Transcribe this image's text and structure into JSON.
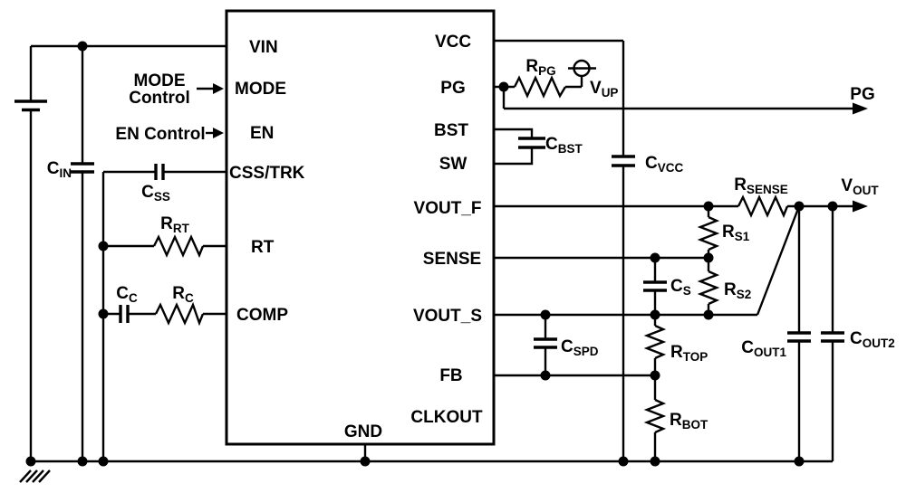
{
  "colors": {
    "ink": "#000000",
    "background": "#ffffff"
  },
  "ic": {
    "pins_left": {
      "vin": "VIN",
      "mode": "MODE",
      "en": "EN",
      "css_trk": "CSS/TRK",
      "rt": "RT",
      "comp": "COMP"
    },
    "pins_right": {
      "vcc": "VCC",
      "pg": "PG",
      "bst": "BST",
      "sw": "SW",
      "vout_f": "VOUT_F",
      "sense": "SENSE",
      "vout_s": "VOUT_S",
      "fb": "FB",
      "clkout": "CLKOUT"
    },
    "pins_bottom": {
      "gnd": "GND"
    }
  },
  "annotations": {
    "mode_control": [
      "MODE",
      "Control"
    ],
    "en_control": "EN Control",
    "pg_output": "PG"
  },
  "components": {
    "cin": {
      "main": "C",
      "sub": "IN"
    },
    "css": {
      "main": "C",
      "sub": "SS"
    },
    "rrt": {
      "main": "R",
      "sub": "RT"
    },
    "cc": {
      "main": "C",
      "sub": "C"
    },
    "rc": {
      "main": "R",
      "sub": "C"
    },
    "rpg": {
      "main": "R",
      "sub": "PG"
    },
    "vup": {
      "main": "V",
      "sub": "UP"
    },
    "cbst": {
      "main": "C",
      "sub": "BST"
    },
    "cvcc": {
      "main": "C",
      "sub": "VCC"
    },
    "rsense": {
      "main": "R",
      "sub": "SENSE"
    },
    "vout": {
      "main": "V",
      "sub": "OUT"
    },
    "rs1": {
      "main": "R",
      "sub": "S1"
    },
    "rs2": {
      "main": "R",
      "sub": "S2"
    },
    "cs": {
      "main": "C",
      "sub": "S"
    },
    "cspd": {
      "main": "C",
      "sub": "SPD"
    },
    "rtop": {
      "main": "R",
      "sub": "TOP"
    },
    "rbot": {
      "main": "R",
      "sub": "BOT"
    },
    "cout1": {
      "main": "C",
      "sub": "OUT1"
    },
    "cout2": {
      "main": "C",
      "sub": "OUT2"
    }
  },
  "symbols": {
    "input_source": "battery-icon",
    "ground": "chassis-ground-icon",
    "pullup_source": "voltage-source-circle-icon",
    "signal_direction": "right-arrow-icon"
  }
}
